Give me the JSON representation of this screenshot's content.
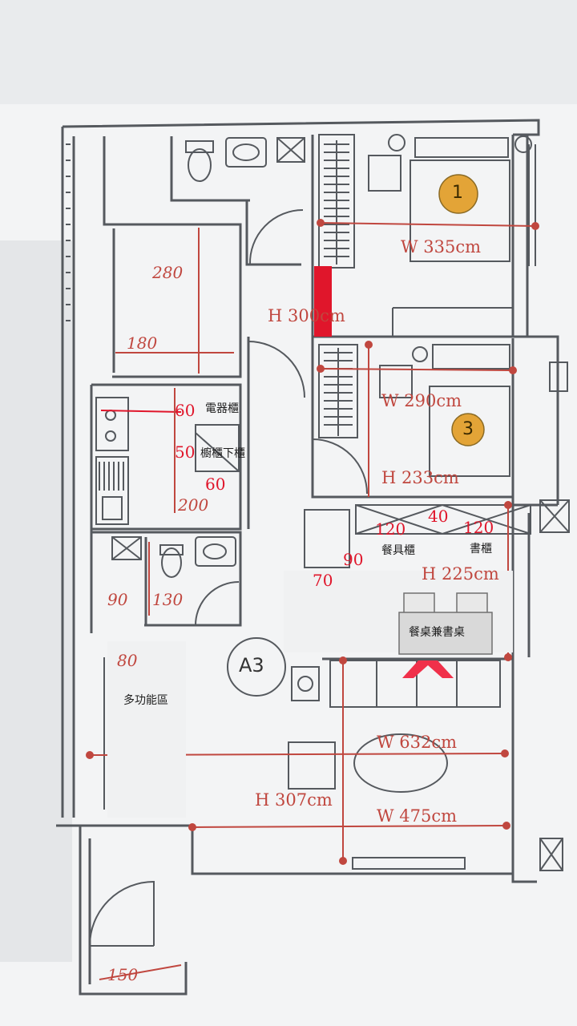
{
  "labels": {
    "room1": "1",
    "room3": "3",
    "unit": "A3",
    "w335": "W 335cm",
    "h300": "H 300cm",
    "w290": "W 290cm",
    "h233": "H 233cm",
    "h225": "H 225cm",
    "w632": "W 632cm",
    "h307": "H 307cm",
    "w475": "W 475cm",
    "n280": "280",
    "n180": "180",
    "n200": "200",
    "n90h": "90",
    "n130": "130",
    "n80": "80",
    "n150": "150",
    "r60a": "60",
    "r50": "50",
    "r60b": "60",
    "r120a": "120",
    "r40": "40",
    "r120b": "120",
    "r90": "90",
    "r70": "70",
    "appliance_cabinet": "電器櫃",
    "base_cabinet": "櫥櫃下櫃",
    "tableware_cabinet": "餐具櫃",
    "bookshelf": "書櫃",
    "dining_desk": "餐桌兼書桌",
    "multi_area": "多功能區"
  },
  "colors": {
    "wall": "#55595e",
    "dimension": "#c0473f",
    "annotation": "#e0162b",
    "room_badge": "#e3a437"
  }
}
